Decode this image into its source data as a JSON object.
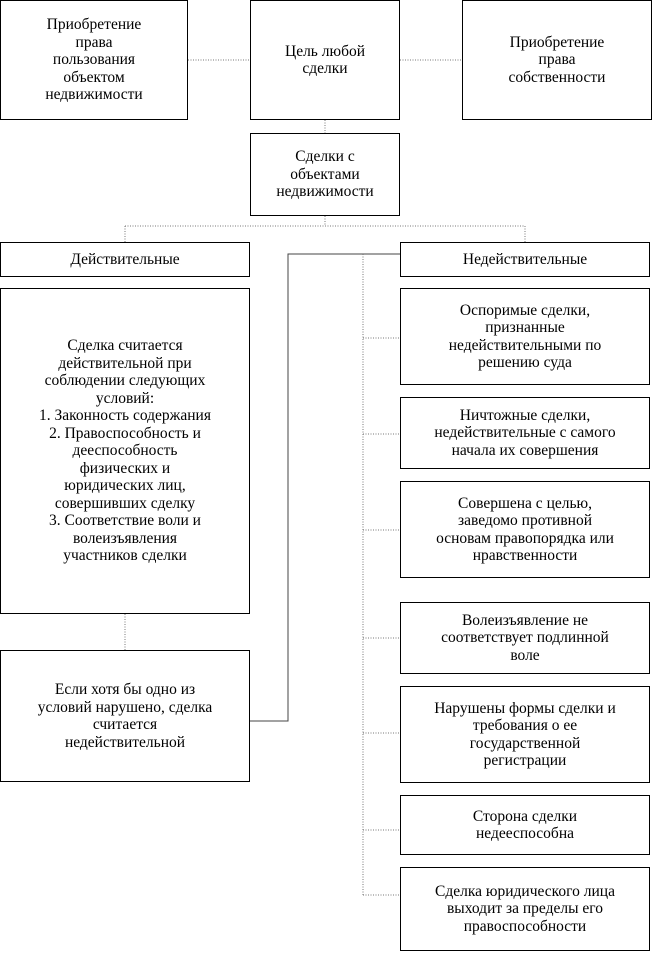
{
  "top": {
    "use_right": "Приобретение\nправа\nпользования\nобъектом\nнедвижимости",
    "goal": "Цель любой\nсделки",
    "ownership": "Приобретение\nправа\nсобственности"
  },
  "center": "Сделки с\nобъектами\nнедвижимости",
  "valid": {
    "header": "Действительные",
    "conditions": "Сделка считается\nдействительной при\nсоблюдении следующих\nусловий:\n1.  Законность содержания\n2.  Правоспособность и\nдееспособность\nфизических и\nюридических лиц,\nсовершивших сделку\n3.  Соответствие воли и\nволеизъявления\nучастников сделки",
    "violation": "Если хотя бы одно из\nусловий нарушено, сделка\nсчитается\nнедействительной"
  },
  "invalid": {
    "header": "Недействительные",
    "items": [
      "Оспоримые сделки,\nпризнанные\nнедействительными по\nрешению суда",
      "Ничтожные сделки,\nнедействительные с самого\nначала их совершения",
      "Совершена с целью,\nзаведомо противной\nосновам правопорядка или\nнравственности",
      "Волеизъявление не\nсоответствует подлинной\nволе",
      "Нарушены формы сделки и\nтребования о ее\nгосударственной\nрегистрации",
      "Сторона сделки\nнедееспособна",
      "Сделка юридического лица\nвыходит за пределы его\nправоспособности"
    ]
  }
}
